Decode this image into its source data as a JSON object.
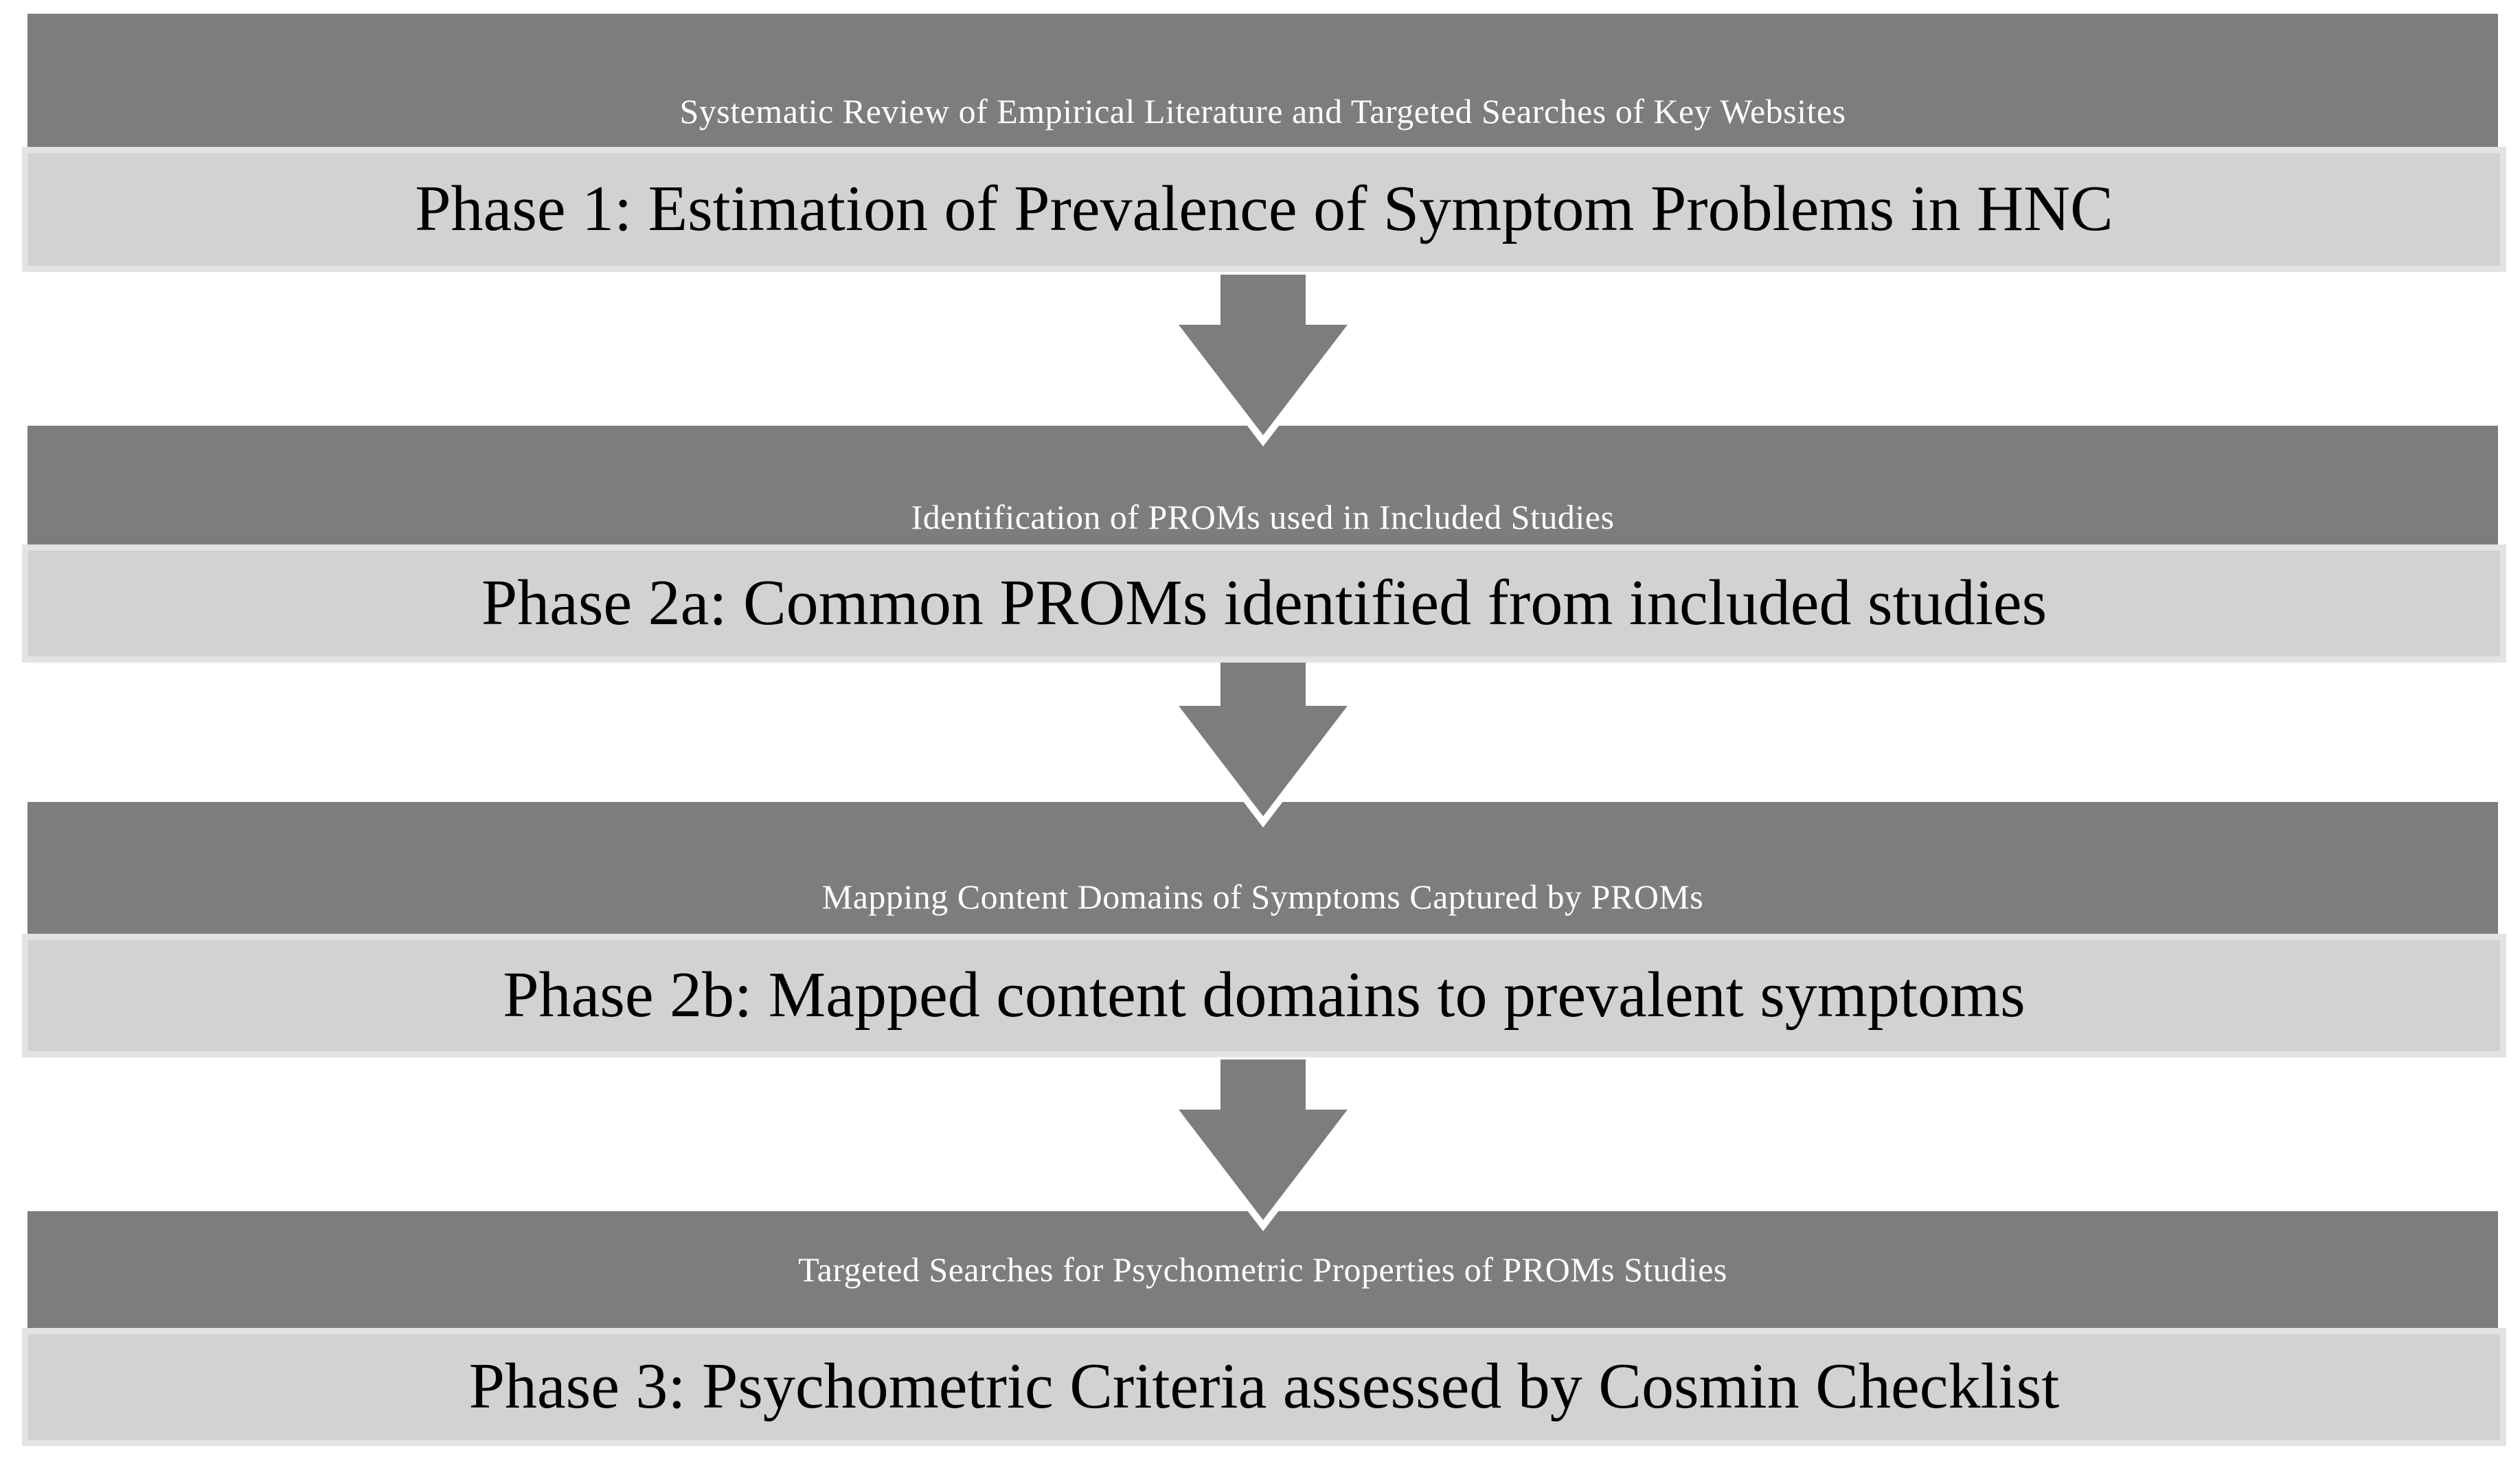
{
  "figure": {
    "stages": [
      {
        "header": "Systematic Review of Empirical Literature and Targeted Searches of Key Websites",
        "phase": "Phase 1: Estimation of Prevalence of Symptom Problems in HNC"
      },
      {
        "header": "Identification of PROMs used in Included Studies",
        "phase": "Phase 2a: Common PROMs identified from included studies"
      },
      {
        "header": "Mapping Content Domains of Symptoms Captured by PROMs",
        "phase": "Phase 2b: Mapped content domains to prevalent symptoms"
      },
      {
        "header": "Targeted Searches for Psychometric Properties of PROMs Studies",
        "phase": "Phase 3: Psychometric Criteria assessed by Cosmin Checklist"
      }
    ],
    "colors": {
      "header_bar": "#7d7d7d",
      "phase_box_fill": "#d2d2d2",
      "phase_box_frame": "#e3e3e3",
      "arrow_fill": "#7d7d7d",
      "arrow_outline": "#ffffff",
      "header_text": "#ffffff",
      "phase_text": "#000000",
      "background": "#ffffff"
    }
  }
}
